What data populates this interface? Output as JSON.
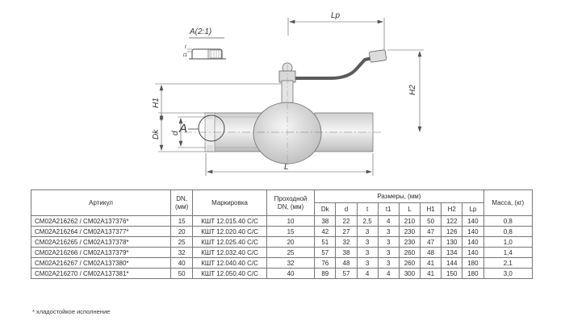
{
  "drawing": {
    "detail_title": "A(2:1)",
    "detail_label_t": "t",
    "detail_label_t1": "t1",
    "section_label": "A",
    "dim_Lp": "Lp",
    "dim_H1": "H1",
    "dim_H2": "H2",
    "dim_Dk": "Dk",
    "dim_d": "d",
    "dim_L": "L"
  },
  "table": {
    "headers": {
      "article": "Артикул",
      "dn": "DN, (мм)",
      "marking": "Маркировка",
      "bore": "Проходной DN, (мм)",
      "sizes": "Размеры, (мм)",
      "mass": "Масса, (кг)"
    },
    "sub_headers": [
      "Dk",
      "d",
      "t",
      "t1",
      "L",
      "H1",
      "H2",
      "Lp"
    ],
    "rows": [
      {
        "article": "CM02A216262 / CM02A137376*",
        "dn": "15",
        "marking": "КШТ 12.015.40 С/С",
        "bore": "10",
        "dk": "38",
        "d": "22",
        "t": "2,5",
        "t1": "4",
        "l": "210",
        "h1": "50",
        "h2": "122",
        "lp": "140",
        "mass": "0,8"
      },
      {
        "article": "CM02A216264 / CM02A137377*",
        "dn": "20",
        "marking": "КШТ 12.020.40 С/С",
        "bore": "15",
        "dk": "42",
        "d": "27",
        "t": "3",
        "t1": "3",
        "l": "230",
        "h1": "47",
        "h2": "126",
        "lp": "140",
        "mass": "0,8"
      },
      {
        "article": "CM02A216265 / CM02A137378*",
        "dn": "25",
        "marking": "КШТ 12.025.40 С/С",
        "bore": "20",
        "dk": "51",
        "d": "32",
        "t": "3",
        "t1": "3",
        "l": "230",
        "h1": "47",
        "h2": "130",
        "lp": "140",
        "mass": "1,0"
      },
      {
        "article": "CM02A216266 / CM02A137379*",
        "dn": "32",
        "marking": "КШТ 12.032.40 С/С",
        "bore": "25",
        "dk": "57",
        "d": "38",
        "t": "3",
        "t1": "3",
        "l": "260",
        "h1": "48",
        "h2": "134",
        "lp": "140",
        "mass": "1,4"
      },
      {
        "article": "CM02A216267 / CM02A137380*",
        "dn": "40",
        "marking": "КШТ 12.040.40 С/С",
        "bore": "32",
        "dk": "76",
        "d": "48",
        "t": "3",
        "t1": "3",
        "l": "260",
        "h1": "41",
        "h2": "144",
        "lp": "180",
        "mass": "2,1"
      },
      {
        "article": "CM02A216270 / CM02A137381*",
        "dn": "50",
        "marking": "КШТ 12.050.40 С/С",
        "bore": "40",
        "dk": "89",
        "d": "57",
        "t": "4",
        "t1": "4",
        "l": "300",
        "h1": "41",
        "h2": "150",
        "lp": "180",
        "mass": "3,0"
      }
    ]
  },
  "footnote": "* хладостойкое исполнение"
}
